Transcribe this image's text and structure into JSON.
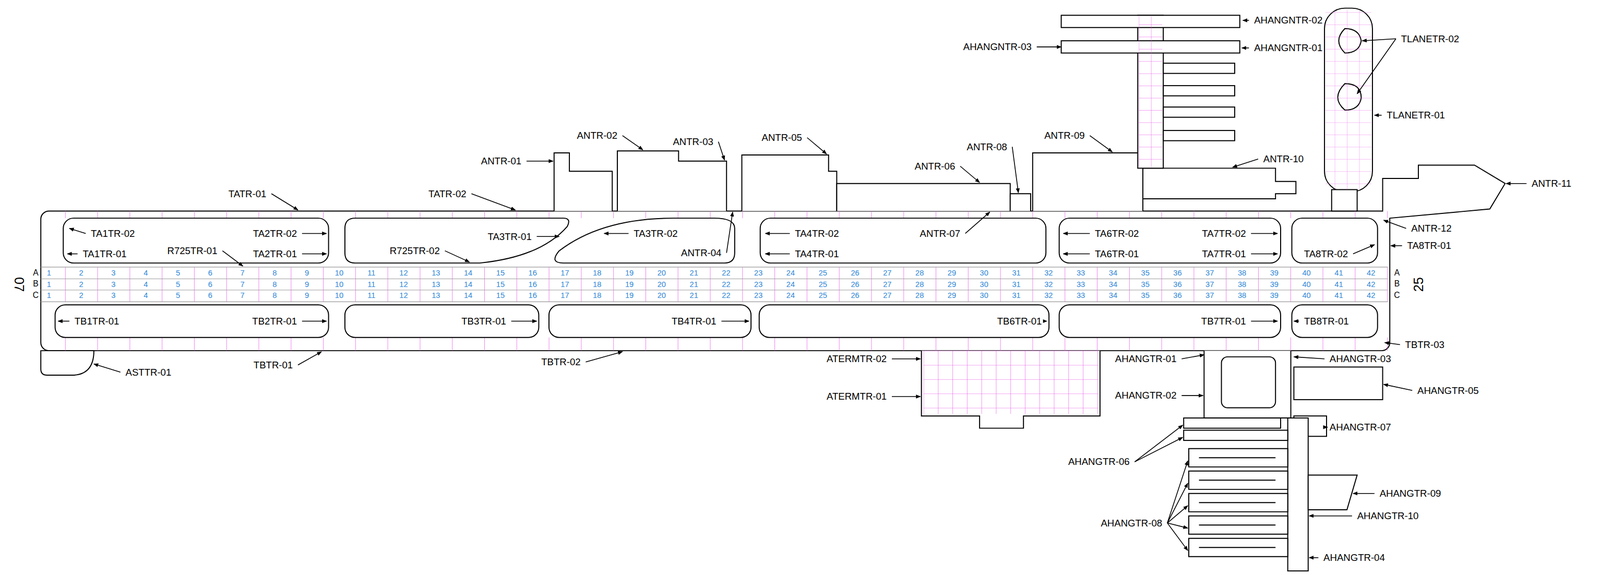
{
  "diagram": {
    "labels": [
      "AHANGNTR-02",
      "AHANGNTR-03",
      "AHANGNTR-01",
      "TLANETR-02",
      "TLANETR-01",
      "ANTR-01",
      "ANTR-02",
      "ANTR-03",
      "ANTR-05",
      "ANTR-08",
      "ANTR-06",
      "ANTR-09",
      "ANTR-10",
      "ANTR-11",
      "TATR-01",
      "TATR-02",
      "ANTR-12",
      "TA8TR-01",
      "TA1TR-02",
      "TA2TR-02",
      "TA1TR-01",
      "R725TR-01",
      "TA2TR-01",
      "R725TR-02",
      "TA3TR-01",
      "TA3TR-02",
      "ANTR-04",
      "TA4TR-02",
      "TA4TR-01",
      "ANTR-07",
      "TA6TR-02",
      "TA6TR-01",
      "TA7TR-02",
      "TA7TR-01",
      "TA8TR-02",
      "TB1TR-01",
      "TB2TR-01",
      "TB3TR-01",
      "TB4TR-01",
      "TB6TR-01",
      "TB7TR-01",
      "TB8TR-01",
      "TBTR-03",
      "ATERMTR-02",
      "ATERMTR-01",
      "ASTTR-01",
      "TBTR-01",
      "TBTR-02",
      "AHANGTR-01",
      "AHANGTR-03",
      "AHANGTR-02",
      "AHANGTR-05",
      "AHANGTR-07",
      "AHANGTR-06",
      "AHANGTR-09",
      "AHANGTR-10",
      "AHANGTR-08",
      "AHANGTR-04",
      "07",
      "25",
      "A",
      "B",
      "C",
      "A",
      "B",
      "C",
      "1",
      "2",
      "3",
      "4",
      "5",
      "6",
      "7",
      "8",
      "9",
      "10",
      "11",
      "12",
      "13",
      "14",
      "15",
      "16",
      "17",
      "18",
      "19",
      "20",
      "21",
      "22",
      "23",
      "24",
      "25",
      "26",
      "27",
      "28",
      "29",
      "30",
      "31",
      "32",
      "33",
      "34",
      "35",
      "36",
      "37",
      "38",
      "39",
      "40",
      "41",
      "42",
      "1",
      "2",
      "3",
      "4",
      "5",
      "6",
      "7",
      "8",
      "9",
      "10",
      "11",
      "12",
      "13",
      "14",
      "15",
      "16",
      "17",
      "18",
      "19",
      "20",
      "21",
      "22",
      "23",
      "24",
      "25",
      "26",
      "27",
      "28",
      "29",
      "30",
      "31",
      "32",
      "33",
      "34",
      "35",
      "36",
      "37",
      "38",
      "39",
      "40",
      "41",
      "42",
      "1",
      "2",
      "3",
      "4",
      "5",
      "6",
      "7",
      "8",
      "9",
      "10",
      "11",
      "12",
      "13",
      "14",
      "15",
      "16",
      "17",
      "18",
      "19",
      "20",
      "21",
      "22",
      "23",
      "24",
      "25",
      "26",
      "27",
      "28",
      "29",
      "30",
      "31",
      "32",
      "33",
      "34",
      "35",
      "36",
      "37",
      "38",
      "39",
      "40",
      "41",
      "42"
    ]
  }
}
